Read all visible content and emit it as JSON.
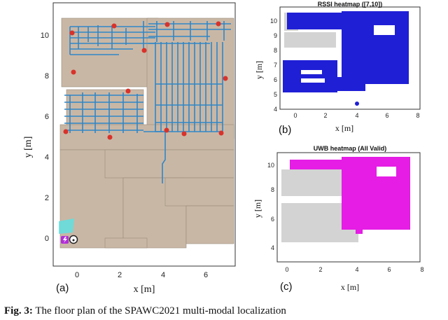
{
  "panels": {
    "a": {
      "label": "(a)",
      "xlabel": "x [m]",
      "ylabel": "y [m]",
      "xticks": [
        "0",
        "2",
        "4",
        "6"
      ],
      "yticks": [
        "0",
        "2",
        "4",
        "6",
        "8",
        "10"
      ]
    },
    "b": {
      "label": "(b)",
      "title": "RSSI heatmap ([7,10])",
      "xlabel": "x [m]",
      "ylabel": "y [m]",
      "xticks": [
        "0",
        "2",
        "4",
        "6",
        "8"
      ],
      "yticks": [
        "4",
        "5",
        "6",
        "7",
        "8",
        "9",
        "10"
      ]
    },
    "c": {
      "label": "(c)",
      "title": "UWB heatmap (All Valid)",
      "xlabel": "x [m]",
      "ylabel": "y [m]",
      "xticks": [
        "0",
        "2",
        "4",
        "6",
        "8"
      ],
      "yticks": [
        "4",
        "6",
        "8",
        "10"
      ]
    }
  },
  "caption": {
    "prefix": "Fig. 3:",
    "text": "The floor plan of the SPAWC2021 multi-modal localization"
  },
  "colors": {
    "floor": "#c9b7a5",
    "trajectory": "#2f87c8",
    "anchor": "#d9322b",
    "rssi": "#1f1fd6",
    "uwb": "#e51de5",
    "invalid": "#d3d3d3",
    "device_patch": "#5fe0e0"
  },
  "icons": [
    "lightning-icon",
    "wifi-icon"
  ]
}
